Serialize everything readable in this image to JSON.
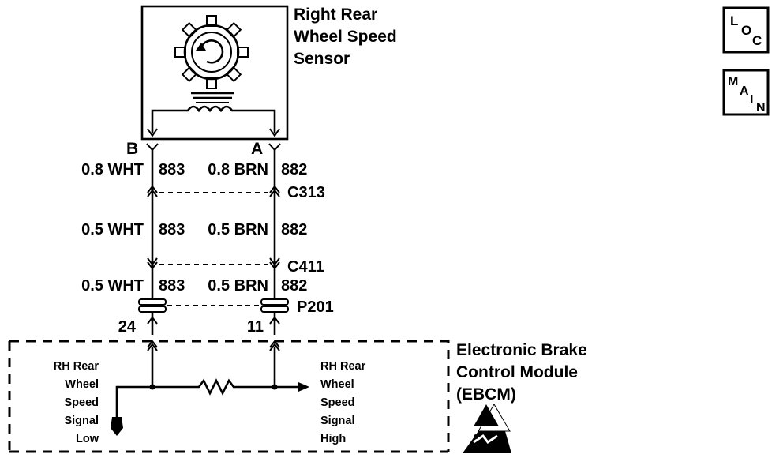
{
  "sensor": {
    "title_lines": [
      "Right Rear",
      "Wheel Speed",
      "Sensor"
    ],
    "terminal_b": "B",
    "terminal_a": "A"
  },
  "wires": {
    "row1_left": "0.8 WHT",
    "row1_left_circuit": "883",
    "row1_right": "0.8 BRN",
    "row1_right_circuit": "882",
    "row2_left": "0.5 WHT",
    "row2_left_circuit": "883",
    "row2_right": "0.5 BRN",
    "row2_right_circuit": "882",
    "row3_left": "0.5 WHT",
    "row3_left_circuit": "883",
    "row3_right": "0.5 BRN",
    "row3_right_circuit": "882"
  },
  "connectors": {
    "c313": "C313",
    "c411": "C411",
    "p201": "P201",
    "pin_left": "24",
    "pin_right": "11"
  },
  "module": {
    "title_lines": [
      "Electronic Brake",
      "Control Module",
      "(EBCM)"
    ],
    "left_signal_lines": [
      "RH Rear",
      "Wheel",
      "Speed",
      "Signal",
      "Low"
    ],
    "right_signal_lines": [
      "RH Rear",
      "Wheel",
      "Speed",
      "Signal",
      "High"
    ]
  },
  "buttons": {
    "loc": {
      "l": "L",
      "o": "O",
      "c": "C"
    },
    "main": {
      "m": "M",
      "a": "A",
      "i": "I",
      "n": "N"
    }
  }
}
